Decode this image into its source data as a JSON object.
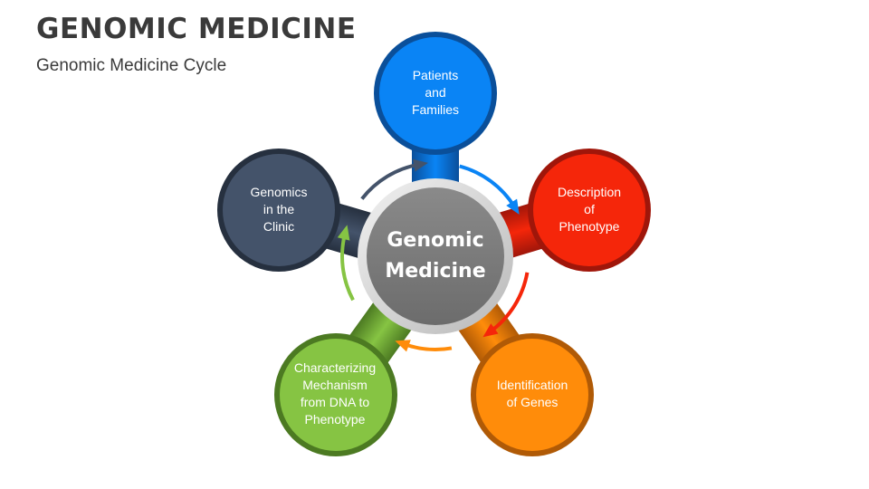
{
  "title": "GENOMIC MEDICINE",
  "subtitle": "Genomic Medicine Cycle",
  "hub": {
    "label": "Genomic\nMedicine",
    "color": "#7a7a7a",
    "ring_color": "#cfcfcf"
  },
  "nodes": [
    {
      "id": "patients-and-families",
      "label": "Patients\nand\nFamilies",
      "color": "#0a84f5",
      "dark": "#0a4f9a"
    },
    {
      "id": "description-of-phenotype",
      "label": "Description\nof\nPhenotype",
      "color": "#f5260a",
      "dark": "#a0160a"
    },
    {
      "id": "identification-of-genes",
      "label": "Identification\nof Genes",
      "color": "#ff8c0a",
      "dark": "#b05a06"
    },
    {
      "id": "characterizing-mechanism",
      "label": "Characterizing\nMechanism\nfrom DNA to\nPhenotype",
      "color": "#86c443",
      "dark": "#4c7a22"
    },
    {
      "id": "genomics-in-the-clinic",
      "label": "Genomics\nin the\nClinic",
      "color": "#44536a",
      "dark": "#26303f"
    }
  ]
}
